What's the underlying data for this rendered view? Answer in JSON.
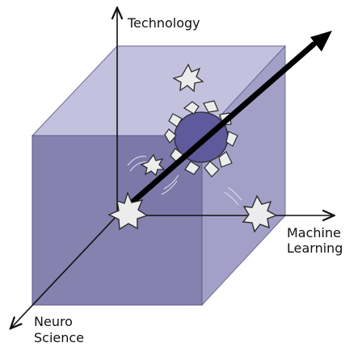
{
  "axes": {
    "vertical": {
      "label": "Technology"
    },
    "horizontal": {
      "label_line1": "Machine",
      "label_line2": "Learning"
    },
    "depth": {
      "label_line1": "Neuro",
      "label_line2": "Science"
    }
  },
  "colors": {
    "cube_front": "#7b77a8",
    "cube_top": "#c3c1dd",
    "cube_side": "#a3a0c8",
    "cube_back": "#8f8bbd",
    "hole_fill": "#5e5a9c",
    "arrow": "#000000",
    "burst_fill": "#ececec",
    "burst_stroke": "#2b2b2b"
  },
  "icons": [
    "starburst-icon",
    "hole-breakthrough-icon",
    "arrow-icon"
  ]
}
